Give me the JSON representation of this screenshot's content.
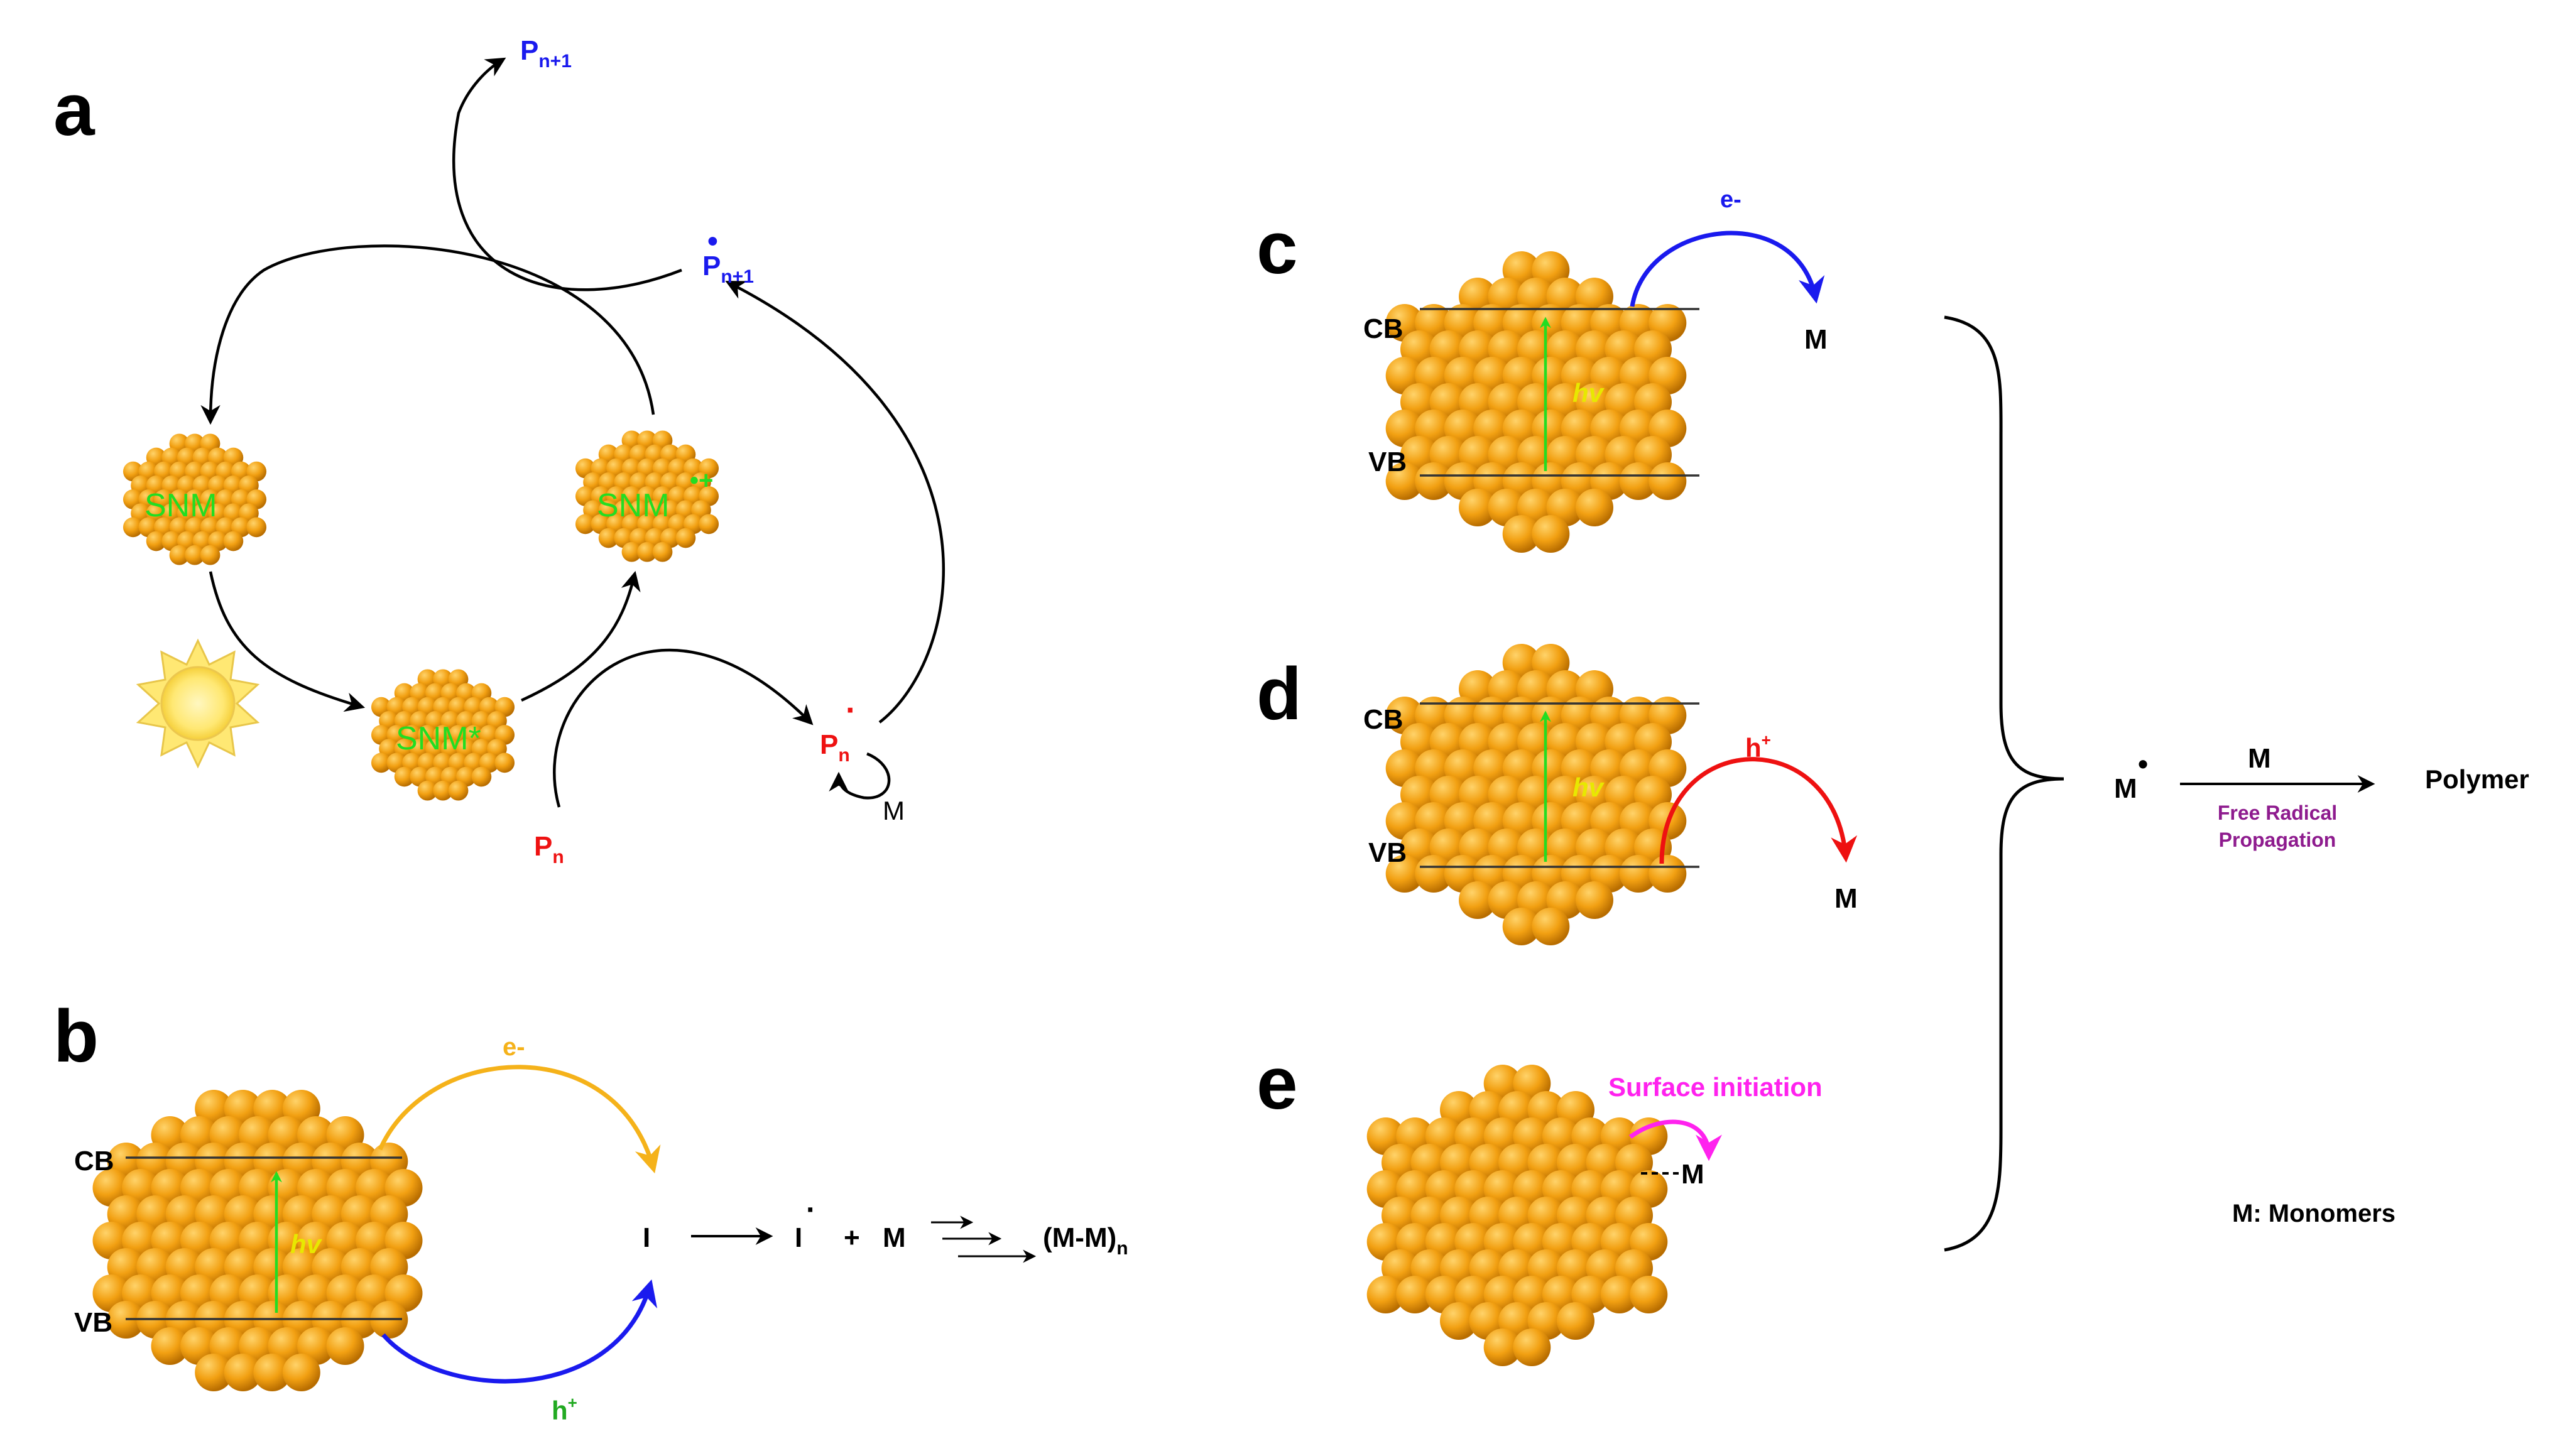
{
  "colors": {
    "particle": "#f2a012",
    "particle_dark": "#c77800",
    "snm_text": "#22dd22",
    "blue": "#1a1aee",
    "red": "#ee1111",
    "orange": "#f5b21a",
    "magenta": "#ff22ee",
    "purple": "#8e1b8e",
    "green": "#22bb22",
    "sun": "#ffe873"
  },
  "panels": {
    "a": {
      "label": "a",
      "snm": "SNM",
      "snm_star": "SNM*",
      "snm_plus": "SNM",
      "plus_sup": "•+",
      "pn1_top_main": "P",
      "pn1_top_sub": "n+1",
      "pn1_rad_main": "P",
      "pn1_rad_sub": "n+1",
      "pn_rad_main": "P",
      "pn_rad_sub": "n",
      "pn_main": "P",
      "pn_sub": "n",
      "m": "M",
      "dot": "•",
      "rad_dot": "·",
      "sun_icon": "sun-icon"
    },
    "b": {
      "label": "b",
      "cb": "CB",
      "vb": "VB",
      "hv": "hv",
      "e": "e-",
      "h_main": "h",
      "h_sup": "+",
      "i": "I",
      "i_rad": "I",
      "rad_dot": "·",
      "plus": "+",
      "m": "M",
      "product_main": "(M-M)",
      "product_sub": "n"
    },
    "c": {
      "label": "c",
      "cb": "CB",
      "vb": "VB",
      "hv": "hv",
      "e": "e-",
      "m": "M"
    },
    "d": {
      "label": "d",
      "cb": "CB",
      "vb": "VB",
      "hv": "hv",
      "h_main": "h",
      "h_sup": "+",
      "m": "M"
    },
    "e": {
      "label": "e",
      "surface": "Surface initiation",
      "m": "M"
    },
    "right": {
      "m_rad": "M",
      "dot": "•",
      "m_over_arrow": "M",
      "polymer": "Polymer",
      "free_radical": "Free Radical",
      "propagation": "Propagation",
      "legend": "M: Monomers"
    }
  }
}
